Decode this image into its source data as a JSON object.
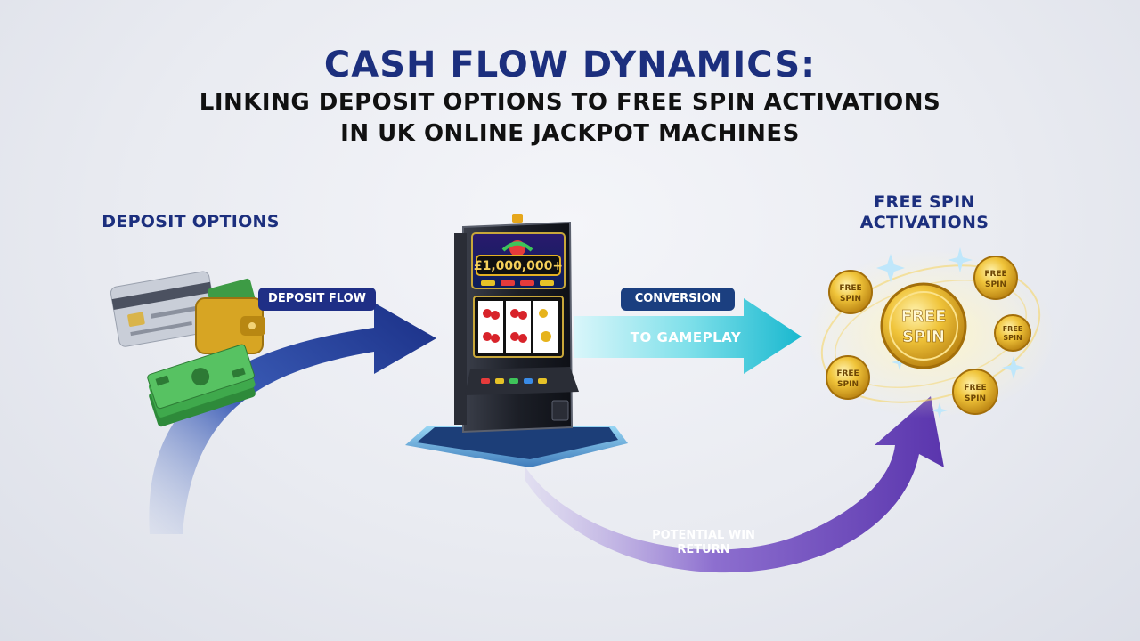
{
  "title": {
    "main": "CASH FLOW DYNAMICS:",
    "line2": "LINKING DEPOSIT OPTIONS TO FREE SPIN ACTIVATIONS",
    "line3": "IN UK ONLINE JACKPOT MACHINES"
  },
  "labels": {
    "deposit_options": "DEPOSIT OPTIONS",
    "free_spin_activations_line1": "FREE SPIN",
    "free_spin_activations_line2": "ACTIVATIONS"
  },
  "flows": {
    "deposit_flow": "DEPOSIT FLOW",
    "conversion": "CONVERSION",
    "to_gameplay": "TO GAMEPLAY",
    "potential_win_line1": "POTENTIAL WIN",
    "potential_win_line2": "RETURN"
  },
  "slot_machine": {
    "jackpot": "£1,000,000+"
  },
  "coins": {
    "main_line1": "FREE",
    "main_line2": "SPIN",
    "small_line1": "FREE",
    "small_line2": "SPIN"
  },
  "colors": {
    "title_blue": "#1c2f7e",
    "deposit_arrow": "#1f3a93",
    "gameplay_arrow": "#2ec5d8",
    "win_arrow": "#5b3bb0",
    "coin_gold": "#e3b123"
  }
}
